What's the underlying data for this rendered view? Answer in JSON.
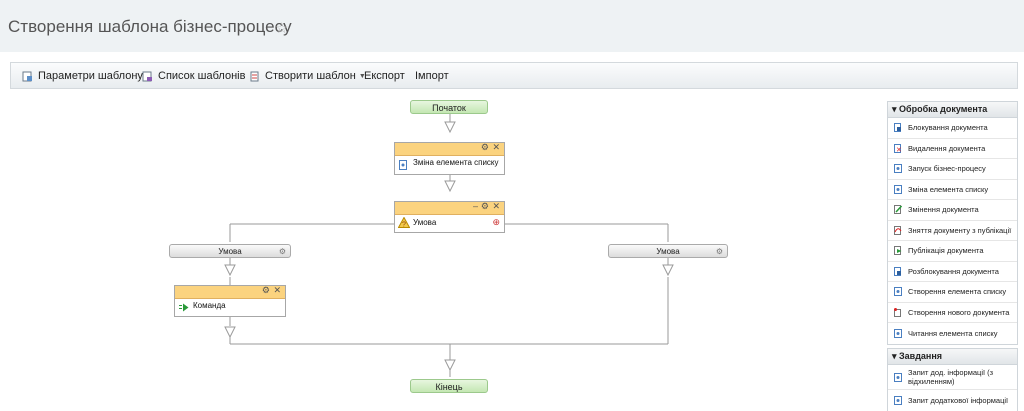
{
  "page": {
    "title": "Створення шаблона бізнес-процесу",
    "star_icon": "star-icon"
  },
  "toolbar": {
    "params": "Параметри шаблону",
    "list": "Список шаблонів",
    "create": "Створити шаблон",
    "export": "Експорт",
    "import": "Імпорт"
  },
  "workflow": {
    "start": "Початок",
    "change_item": "Зміна елемента списку",
    "condition": "Умова",
    "branch_left": "Умова",
    "branch_right": "Умова",
    "command": "Команда",
    "end": "Кінець"
  },
  "sidebar": {
    "doc_section": "Обробка документа",
    "doc_items": [
      "Блокування документа",
      "Видалення документа",
      "Запуск бізнес-процесу",
      "Зміна елемента списку",
      "Змінення документа",
      "Зняття документу з публікації",
      "Публікація документа",
      "Розблокування документа",
      "Створення елемента списку",
      "Створення нового документа",
      "Читання елемента списку"
    ],
    "task_section": "Завдання",
    "task_items": [
      "Запит дод. інформації (з відхиленням)",
      "Запит додаткової інформації"
    ]
  },
  "colors": {
    "activity_header": "#fbd37f",
    "start_end": "#c4e7b3",
    "connector": "#9a9a9a"
  }
}
